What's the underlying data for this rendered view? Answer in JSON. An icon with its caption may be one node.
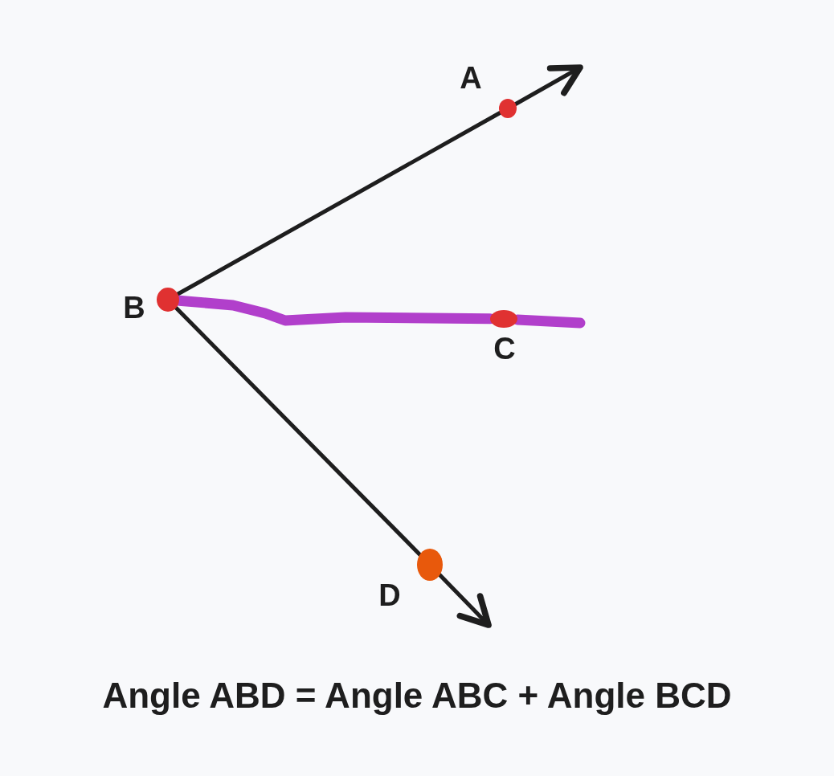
{
  "diagram": {
    "caption": "Angle ABD = Angle ABC + Angle BCD",
    "nodes": [
      {
        "text": [],
        "shape": "circle",
        "beside": [
          "A"
        ]
      },
      {
        "text": [],
        "shape": "circle",
        "beside": [
          "B"
        ]
      },
      {
        "text": [],
        "shape": "circle",
        "beside": [
          "C"
        ]
      },
      {
        "text": [],
        "shape": "circle",
        "beside": [
          "D"
        ]
      }
    ],
    "edges": [
      {
        "from": 1,
        "to": 0,
        "arrow": "none"
      },
      {
        "from": 0,
        "to": null,
        "arrow": "to"
      },
      {
        "from": 1,
        "to": 2,
        "arrow": "none",
        "style": "thick",
        "color": "#b13fcb"
      },
      {
        "from": 2,
        "to": null,
        "arrow": "none",
        "style": "thick",
        "color": "#b13fcb"
      },
      {
        "from": 1,
        "to": 3,
        "arrow": "none"
      },
      {
        "from": 3,
        "to": null,
        "arrow": "to"
      }
    ]
  }
}
